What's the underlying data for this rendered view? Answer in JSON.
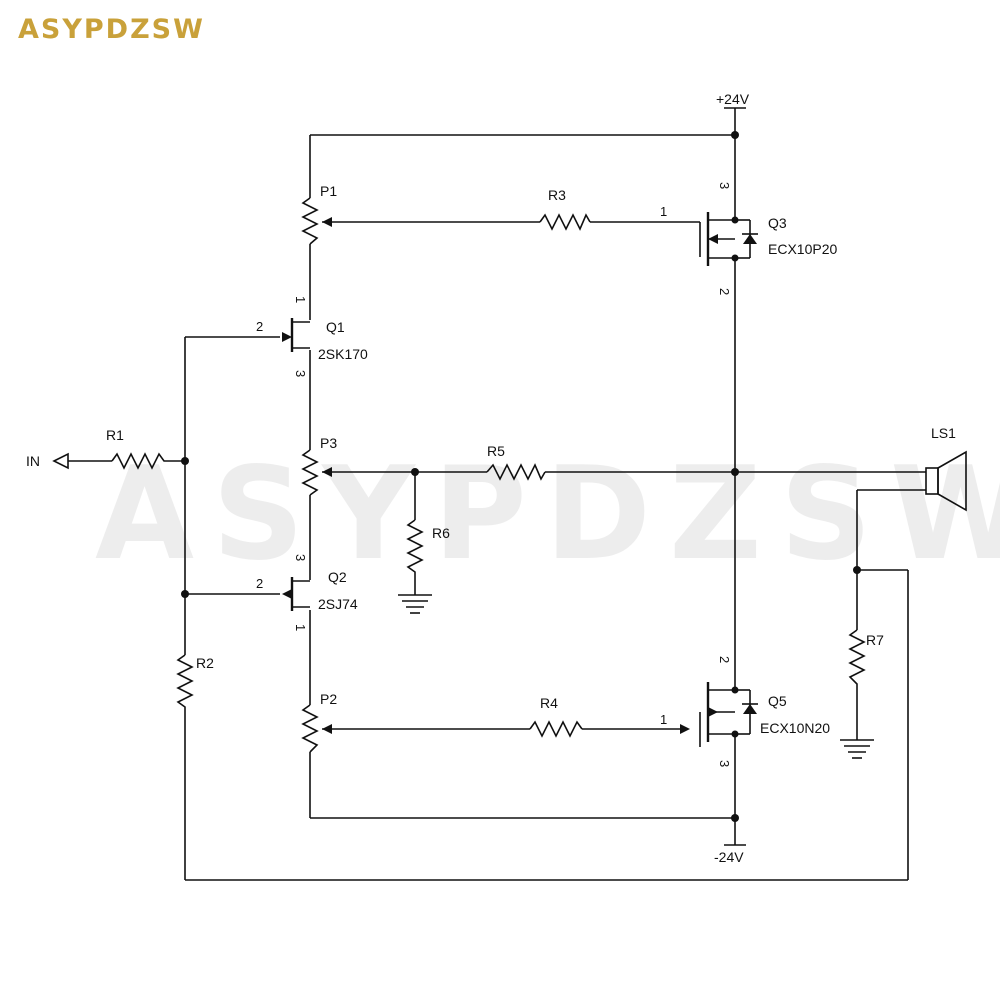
{
  "brand": {
    "name": "ASYPDZSW",
    "color": "#c9a13a"
  },
  "watermark": "ASYPDZSW",
  "labels": {
    "vpos": "+24V",
    "vneg": "-24V",
    "in": "IN",
    "r1": "R1",
    "r2": "R2",
    "r3": "R3",
    "r4": "R4",
    "r5": "R5",
    "r6": "R6",
    "r7": "R7",
    "p1": "P1",
    "p2": "P2",
    "p3": "P3",
    "q1": "Q1",
    "q1_part": "2SK170",
    "q2": "Q2",
    "q2_part": "2SJ74",
    "q3": "Q3",
    "q3_part": "ECX10P20",
    "q5": "Q5",
    "q5_part": "ECX10N20",
    "ls1": "LS1"
  },
  "pins": {
    "q1_gate": "2",
    "q1_drain": "1",
    "q1_source": "3",
    "q2_gate": "2",
    "q2_source": "3",
    "q2_drain": "1",
    "q3_gate": "1",
    "q3_source": "3",
    "q3_drain": "2",
    "q5_gate": "1",
    "q5_drain": "2",
    "q5_source": "3"
  }
}
